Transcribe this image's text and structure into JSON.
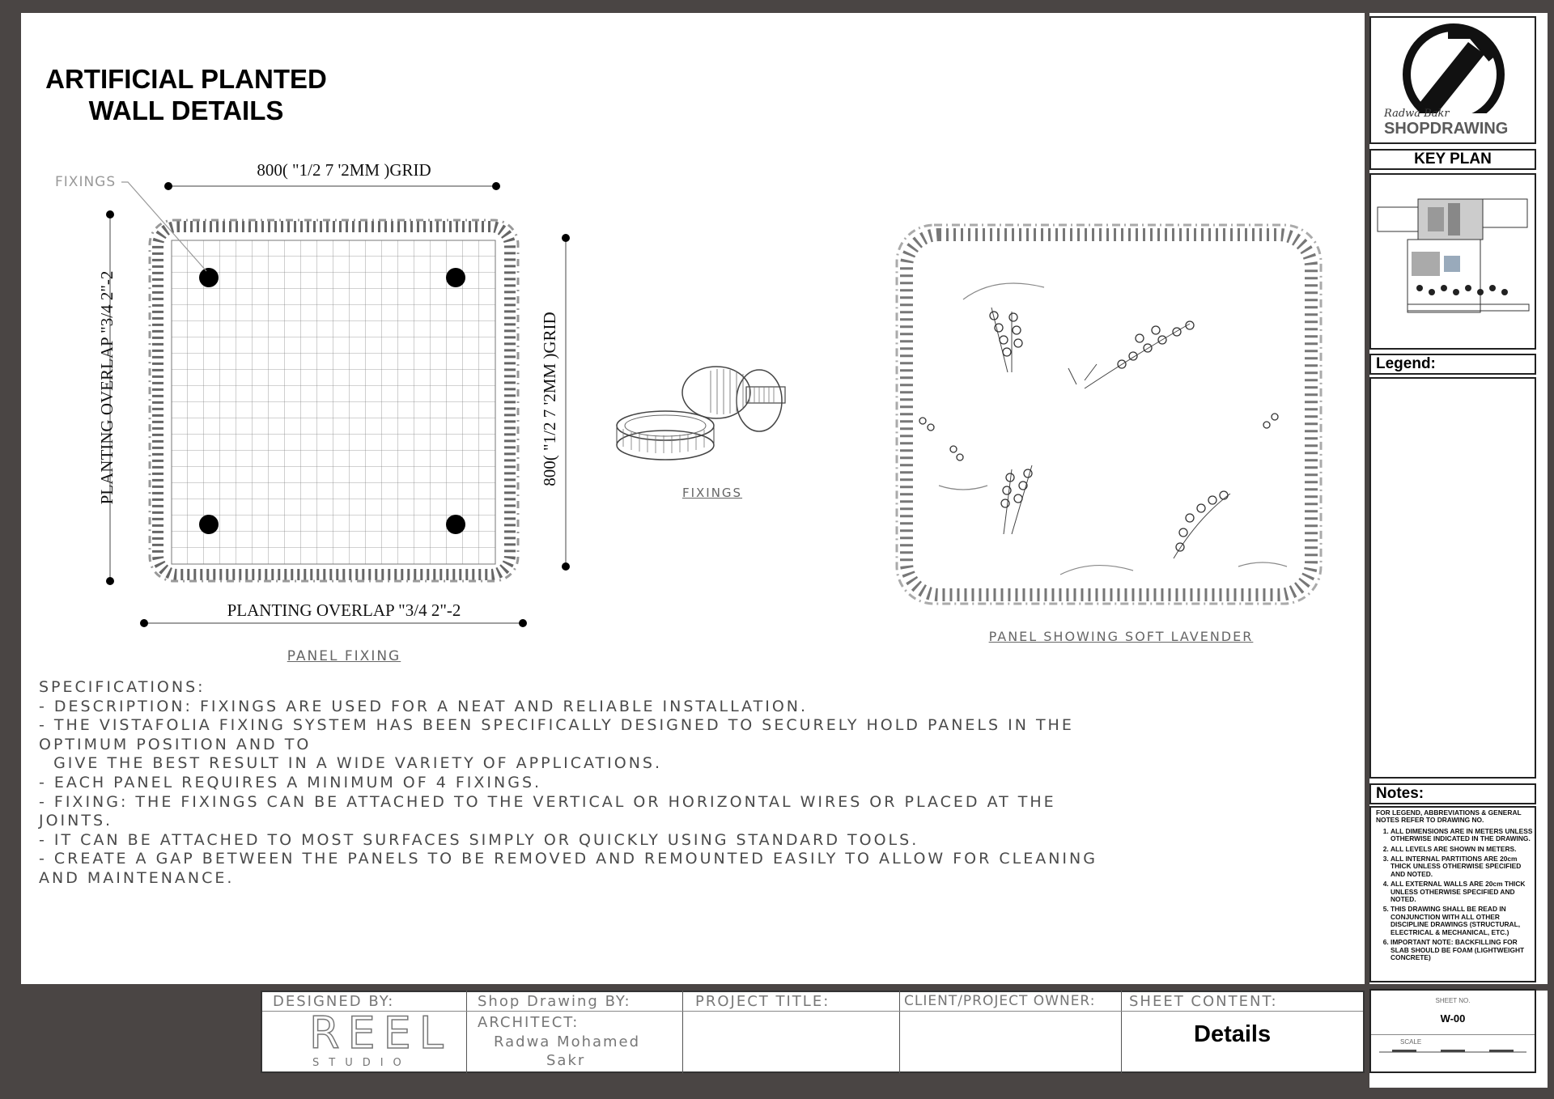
{
  "title": {
    "line1": "ARTIFICIAL PLANTED",
    "line2": "WALL DETAILS"
  },
  "panel_fixing": {
    "fixings_label": "FIXINGS",
    "top_dim": "800( \"1/2 7 '2MM )GRID",
    "right_dim": "800( \"1/2 7 '2MM )GRID",
    "left_dim": "PLANTING OVERLAP \"3/4 2\"-2",
    "bottom_dim": "PLANTING OVERLAP \"3/4 2\"-2",
    "caption": "PANEL FIXING"
  },
  "fixings_detail": {
    "caption": "FIXINGS"
  },
  "lavender_panel": {
    "caption": "PANEL SHOWING SOFT LAVENDER"
  },
  "specifications": [
    "SPECIFICATIONS:",
    "- DESCRIPTION: FIXINGS ARE USED FOR A NEAT AND RELIABLE INSTALLATION.",
    "- THE VISTAFOLIA FIXING SYSTEM HAS BEEN SPECIFICALLY DESIGNED TO SECURELY HOLD PANELS IN THE",
    "OPTIMUM POSITION AND TO",
    "  GIVE THE BEST RESULT IN A WIDE VARIETY OF APPLICATIONS.",
    "- EACH PANEL REQUIRES A MINIMUM OF 4 FIXINGS.",
    "- FIXING: THE FIXINGS CAN BE ATTACHED TO THE VERTICAL OR HORIZONTAL WIRES OR PLACED AT THE",
    "JOINTS.",
    "- IT CAN BE ATTACHED TO MOST SURFACES SIMPLY OR QUICKLY USING STANDARD TOOLS.",
    "- CREATE A GAP BETWEEN THE PANELS TO BE REMOVED AND REMOUNTED EASILY TO ALLOW FOR CLEANING",
    "AND MAINTENANCE."
  ],
  "sidebar": {
    "logo_signature": "Radwa Bakr",
    "logo_text": "SHOPDRAWING",
    "key_plan": "KEY PLAN",
    "legend": "Legend:",
    "notes_title": "Notes:",
    "notes_intro": "FOR LEGEND, ABBREVIATIONS & GENERAL NOTES REFER TO DRAWING NO.",
    "notes": [
      "ALL DIMENSIONS ARE IN METERS UNLESS OTHERWISE INDICATED IN THE DRAWING.",
      "ALL LEVELS ARE SHOWN IN METERS.",
      "ALL INTERNAL PARTITIONS ARE 20cm THICK UNLESS OTHERWISE SPECIFIED AND NOTED.",
      "ALL EXTERNAL WALLS ARE 20cm THICK UNLESS OTHERWISE SPECIFIED AND NOTED.",
      "THIS DRAWING SHALL BE READ IN CONJUNCTION WITH ALL OTHER DISCIPLINE DRAWINGS (STRUCTURAL, ELECTRICAL & MECHANICAL, ETC.)",
      "IMPORTANT NOTE: BACKFILLING FOR SLAB SHOULD BE FOAM (LIGHTWEIGHT CONCRETE)"
    ]
  },
  "title_block": {
    "designed_by": "DESIGNED BY:",
    "studio_logo": "REEL",
    "studio_sub": "STUDIO",
    "shop_drawing_by": "Shop Drawing BY:",
    "architect_label": "ARCHITECT:",
    "architect_name_1": "Radwa Mohamed",
    "architect_name_2": "Sakr",
    "project_title": "PROJECT TITLE:",
    "client": "CLIENT/PROJECT OWNER:",
    "sheet_content": "SHEET CONTENT:",
    "sheet_content_value": "Details",
    "sheet_no_label": "SHEET NO.",
    "sheet_no": "W-00",
    "scale_label": "SCALE"
  }
}
